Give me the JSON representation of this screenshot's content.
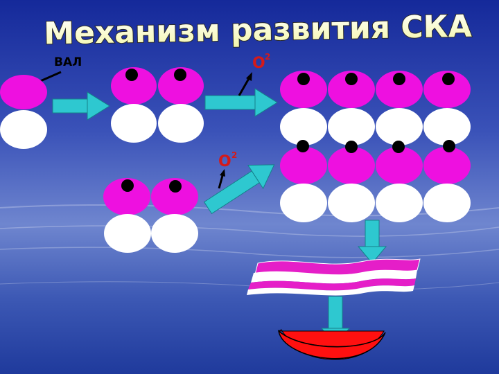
{
  "slide": {
    "title": "Механизм развития СКА",
    "labels": {
      "val": "ВАЛ",
      "oxygen_top": "O",
      "oxygen_top_sup": "2",
      "oxygen_bottom": "O",
      "oxygen_bottom_sup": "2"
    }
  },
  "colors": {
    "background_top": "#1c2e9e",
    "background_bottom": "#2540a8",
    "cell_top": "#ee10e0",
    "cell_bottom": "#ffffff",
    "dot": "#000000",
    "arrow": "#2ec8d0",
    "oxygen_text": "#d41a1a",
    "title_fill": "#f8fbcc",
    "fiber_pink": "#e51ec8",
    "fiber_white": "#ffffff",
    "bowl": "#ff1010"
  }
}
